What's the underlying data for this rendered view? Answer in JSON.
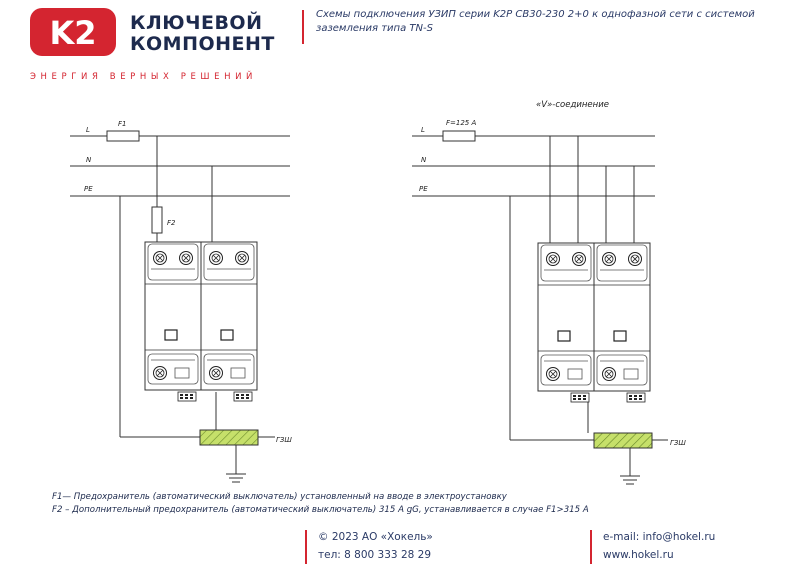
{
  "header": {
    "logo_mark": "K2",
    "logo_line1": "КЛЮЧЕВОЙ",
    "logo_line2": "КОМПОНЕНТ",
    "slogan": "ЭНЕРГИЯ ВЕРНЫХ РЕШЕНИЙ",
    "title": "Схемы подключения УЗИП серии K2P CB30-230 2+0 к однофазной сети с системой заземления типа TN-S"
  },
  "diagram": {
    "left": {
      "line_L": "L",
      "line_N": "N",
      "line_PE": "PE",
      "fuse1": "F1",
      "fuse2": "F2",
      "ground_bar": "ГЗШ"
    },
    "right": {
      "connection_title": "«V»-соединение",
      "line_L": "L",
      "line_N": "N",
      "line_PE": "PE",
      "fuse1": "F=125 А",
      "ground_bar": "ГЗШ"
    }
  },
  "notes": {
    "line1": "F1— Предохранитель (автоматический выключатель) установленный на вводе в электроустановку",
    "line2": "F2 – Дополнительный предохранитель (автоматический выключатель) 315 А gG, устанавливается в случае F1>315 А"
  },
  "footer": {
    "copyright": "© 2023 АО «Хокель»",
    "phone": "тел: 8 800 333 28 29",
    "email": "e-mail: info@hokel.ru",
    "website": "www.hokel.ru"
  },
  "colors": {
    "brand_red": "#d42530",
    "brand_navy": "#1d2a4d",
    "ground_bar": "#c6e06a"
  }
}
